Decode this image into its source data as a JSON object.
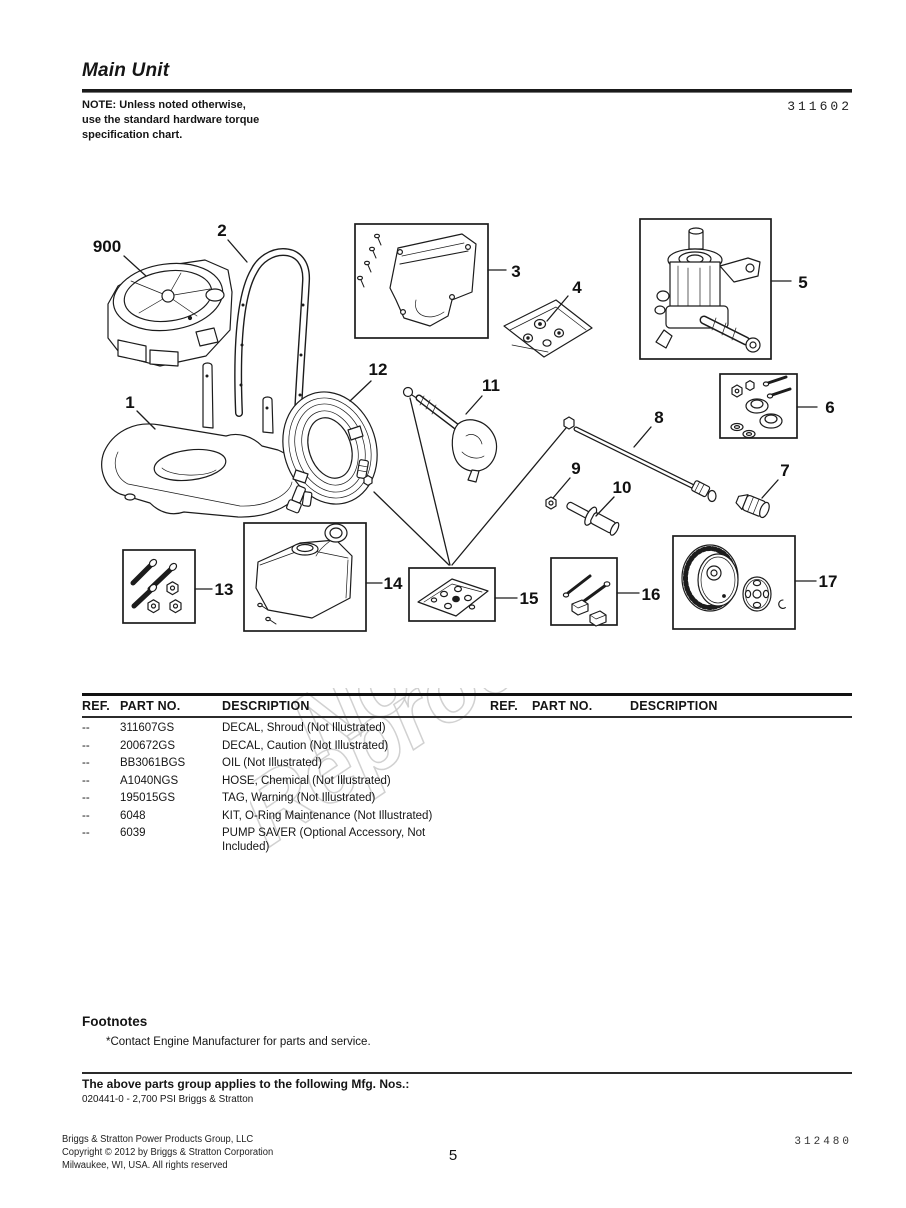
{
  "page": {
    "title": "Main Unit",
    "note_lines": [
      "NOTE: Unless noted otherwise,",
      "use the standard hardware torque",
      "specification chart."
    ],
    "doc_number": "311602",
    "watermark_lines": [
      "Not for",
      "Reproduction"
    ]
  },
  "diagram": {
    "callouts": [
      "900",
      "2",
      "3",
      "4",
      "5",
      "6",
      "1",
      "12",
      "11",
      "8",
      "9",
      "10",
      "7",
      "13",
      "14",
      "15",
      "16",
      "17"
    ]
  },
  "parts_table": {
    "headers": [
      "REF.",
      "PART NO.",
      "DESCRIPTION"
    ],
    "rows": [
      {
        "ref": "--",
        "part_no": "311607GS",
        "description": "DECAL, Shroud (Not Illustrated)"
      },
      {
        "ref": "--",
        "part_no": "200672GS",
        "description": "DECAL, Caution (Not Illustrated)"
      },
      {
        "ref": "--",
        "part_no": "BB3061BGS",
        "description": "OIL (Not Illustrated)"
      },
      {
        "ref": "--",
        "part_no": "A1040NGS",
        "description": "HOSE, Chemical (Not Illustrated)"
      },
      {
        "ref": "--",
        "part_no": "195015GS",
        "description": "TAG, Warning (Not Illustrated)"
      },
      {
        "ref": "--",
        "part_no": "6048",
        "description": "KIT, O-Ring Maintenance (Not Illustrated)"
      },
      {
        "ref": "--",
        "part_no": "6039",
        "description": "PUMP SAVER (Optional Accessory, Not Included)"
      }
    ]
  },
  "footnotes": {
    "heading": "Footnotes",
    "items": [
      "*Contact Engine Manufacturer for parts and service."
    ]
  },
  "mfg": {
    "heading": "The above parts group applies to the following Mfg. Nos.:",
    "items": [
      "020441-0 - 2,700 PSI Briggs & Stratton"
    ]
  },
  "footer": {
    "company": "Briggs & Stratton Power Products Group, LLC",
    "copyright": "Copyright © 2012 by Briggs & Stratton Corporation",
    "address": "Milwaukee, WI, USA. All rights reserved",
    "page_number": "5",
    "doc_number": "312480"
  }
}
